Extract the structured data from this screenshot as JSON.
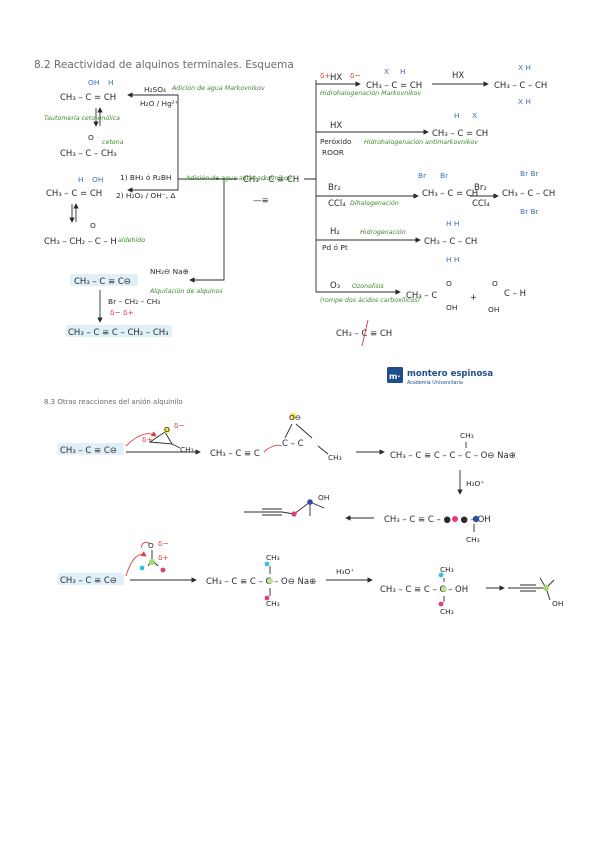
{
  "section1": {
    "title": "8.2 Reactividad de alquinos terminales. Esquema",
    "center": {
      "reactant": "CH₃ – C ≡ CH",
      "skeletal": "—≡"
    },
    "left": {
      "enol_top": "CH₃ – C = CH",
      "enol_top_subs": {
        "a": "OH",
        "b": "H"
      },
      "hydration_reagents": {
        "a": "H₂SO₄",
        "b": "H₂O / Hg²⁺"
      },
      "hydration_note": "Adición de agua Markovnikov",
      "tautomer_note": "Tautomería ceto-enólica",
      "ketone": "CH₃ – C – CH₃",
      "ketone_o": "O",
      "ketone_note": "cetona",
      "hydroboration_reagents": {
        "a": "1) BH₃ ó R₂BH",
        "b": "2) H₂O₂ / OH⁻, Δ"
      },
      "hydroboration_note": "Adición de agua antimarkovnikov",
      "enol_bottom": "CH₃ – C = CH",
      "enol_bottom_subs": {
        "a": "H",
        "b": "OH"
      },
      "aldehyde": "CH₃ – CH₂ – C – H",
      "aldehyde_o": "O",
      "aldehyde_note": "aldehído",
      "acetylide": "CH₃ – C ≡ C⊖",
      "amide_reagent": "NH₂⊖ Na⊕",
      "alkylation_note": "Alquilación de alquinos",
      "alkyl_halide": "Br – CH₂ – CH₃",
      "alkyl_delta": "δ−  δ+",
      "alkylation_product": "CH₃ – C ≡ C – CH₂ – CH₃"
    },
    "right": {
      "hx_reagent": "HX",
      "hx_delta_left": "δ+",
      "hx_delta_right": "δ−",
      "hx_note": "Hidrohalogenación Markovnikov",
      "hx_product": "CH₃ – C = CH",
      "hx_product_subs": {
        "a": "X",
        "b": "H"
      },
      "hx2_reagent": "HX",
      "hx2_product": "CH₃ – C – CH",
      "hx2_product_subs": {
        "top": "X   H",
        "bottom": "X   H"
      },
      "anti_reagents": {
        "a": "HX",
        "b": "Peróxido",
        "c": "ROOR"
      },
      "anti_note": "Hidrohalogenación antimarkovnikov",
      "anti_product": "CH₃ – C = CH",
      "anti_product_subs": {
        "a": "H",
        "b": "X"
      },
      "br_reagents": {
        "a": "Br₂",
        "b": "CCl₄"
      },
      "br_note": "Dihalogenación",
      "br_product": "CH₃ – C = CH",
      "br_product_subs": {
        "a": "Br",
        "b": "Br"
      },
      "br2_reagents": {
        "a": "Br₂",
        "b": "CCl₄"
      },
      "br2_product": "CH₃ – C – CH",
      "br2_product_subs": {
        "top": "Br   Br",
        "bottom": "Br   Br"
      },
      "h2_reagents": {
        "a": "H₂",
        "b": "Pd ó Pt"
      },
      "h2_note": "Hidrogenación",
      "h2_product": "CH₃ – C – CH",
      "h2_product_subs": {
        "top": "H   H",
        "bottom": "H   H"
      },
      "ozone_reagent": "O₃",
      "ozone_note": "Ozonolisis",
      "ozone_bracket_note": "(rompe dos ácidos carboxílicos)",
      "acid1": "CH₃ – C",
      "acid1_subs": {
        "a": "O",
        "b": "OH"
      },
      "plus": "+",
      "acid2": "C – H",
      "acid2_subs": {
        "a": "O",
        "b": "OH"
      },
      "ozone_substrate": "CH₃ – C ≡ CH"
    }
  },
  "logo": {
    "brand": "montero espinosa",
    "tagline": "Academia Universitaria",
    "mark": "m·"
  },
  "section2": {
    "title": "8.3 Otras reacciones del anión alquinilo",
    "row1": {
      "anion": "CH₃ – C ≡ C⊖",
      "epoxide_delta": {
        "a": "δ+",
        "b": "δ−"
      },
      "epoxide_o": "O",
      "epoxide_ch3": "CH₃",
      "intermediate": "CH₃ – C ≡ C",
      "int_alkoxide": "O⊖",
      "int_c": "C – C",
      "int_ch3": "CH₃",
      "product": "CH₃ – C ≡ C – C – C – O⊖ Na⊕",
      "product_ch3": "CH₃",
      "acid_step": "H₃O⁺",
      "alcohol": "CH₃ – C ≡ C – ● – ● – OH",
      "alcohol_ch3": "CH₃",
      "skeletal_oh": "OH"
    },
    "row2": {
      "anion": "CH₃ – C ≡ C⊖",
      "ketone_delta": {
        "a": "δ−",
        "b": "δ+"
      },
      "ketone_o": "O",
      "alkoxide": "CH₃ – C ≡ C – C – O⊖ Na⊕",
      "alkoxide_top": "CH₃",
      "alkoxide_bottom": "CH₃",
      "acid_step": "H₃O⁺",
      "alcohol": "CH₃ – C ≡ C – C – OH",
      "alcohol_top": "CH₃",
      "alcohol_bottom": "CH₃",
      "skeletal_oh": "OH"
    }
  }
}
